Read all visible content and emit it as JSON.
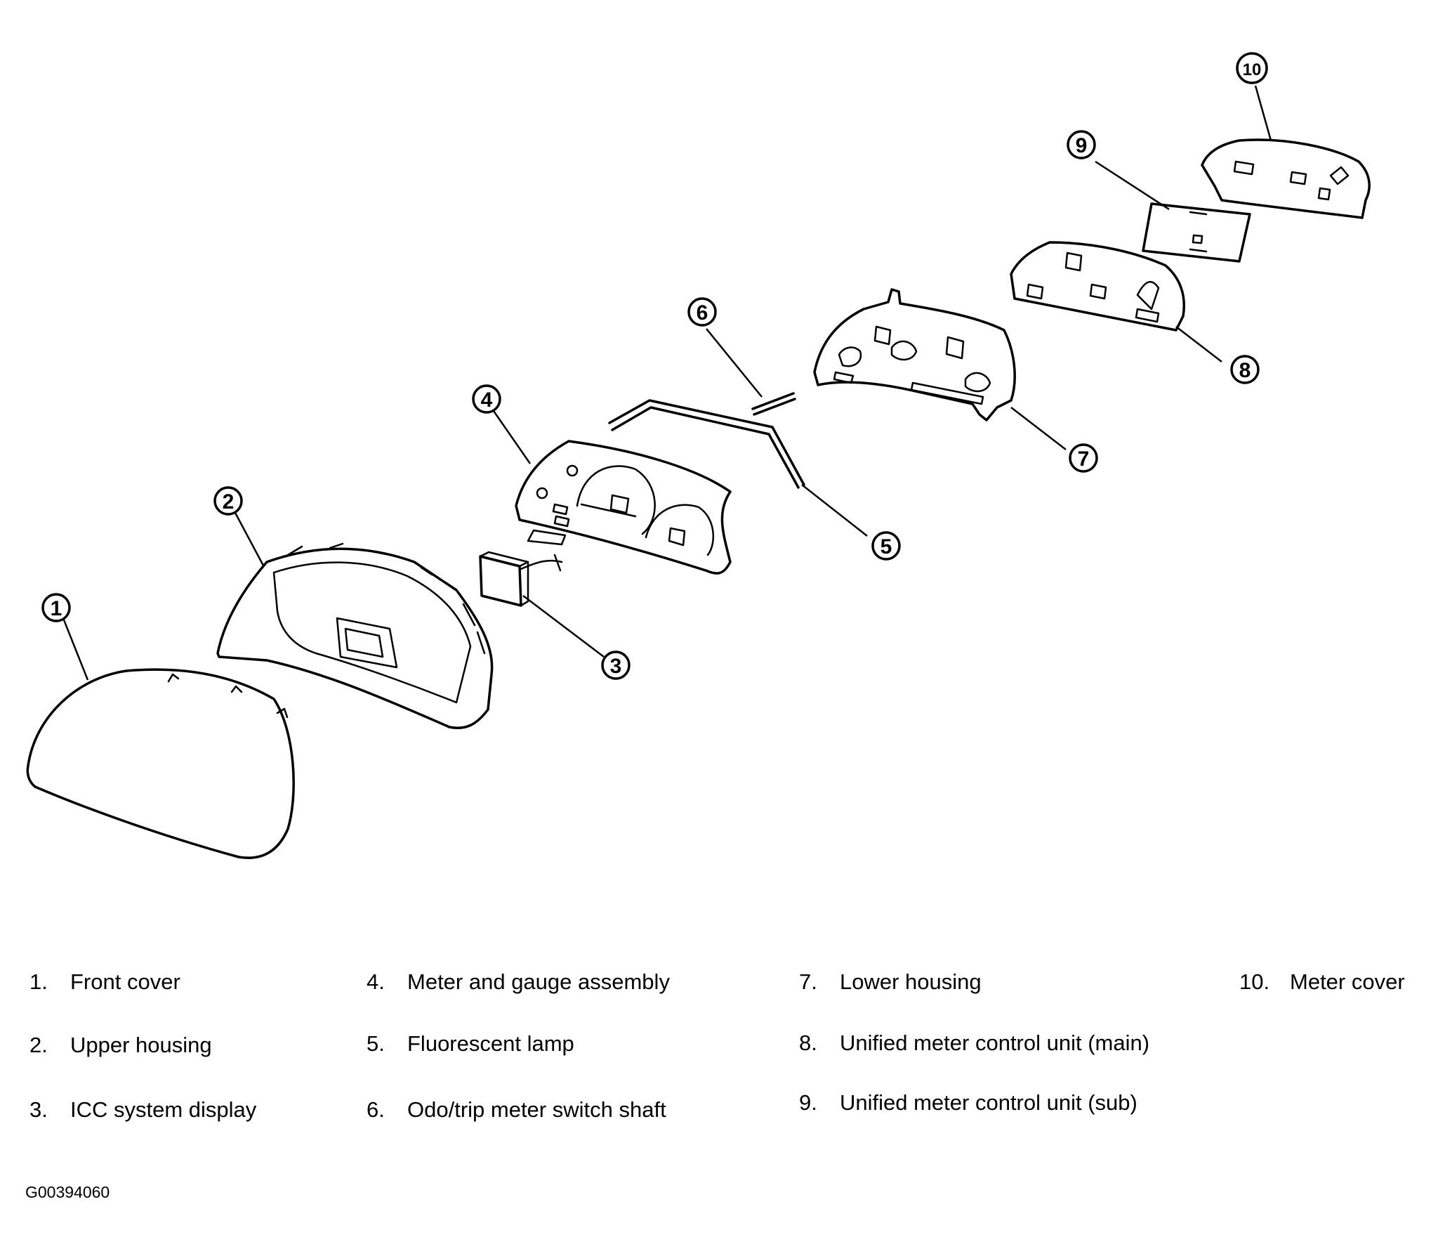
{
  "legend": [
    {
      "num": "1.",
      "label": "Front cover"
    },
    {
      "num": "2.",
      "label": "Upper housing"
    },
    {
      "num": "3.",
      "label": "ICC system display"
    },
    {
      "num": "4.",
      "label": "Meter and gauge assembly"
    },
    {
      "num": "5.",
      "label": "Fluorescent lamp"
    },
    {
      "num": "6.",
      "label": "Odo/trip meter switch shaft"
    },
    {
      "num": "7.",
      "label": "Lower housing"
    },
    {
      "num": "8.",
      "label": "Unified meter control unit (main)"
    },
    {
      "num": "9.",
      "label": "Unified meter control unit (sub)"
    },
    {
      "num": "10.",
      "label": "Meter cover"
    }
  ],
  "callouts": [
    "1",
    "2",
    "3",
    "4",
    "5",
    "6",
    "7",
    "8",
    "9",
    "10"
  ],
  "figure_code": "G00394060"
}
